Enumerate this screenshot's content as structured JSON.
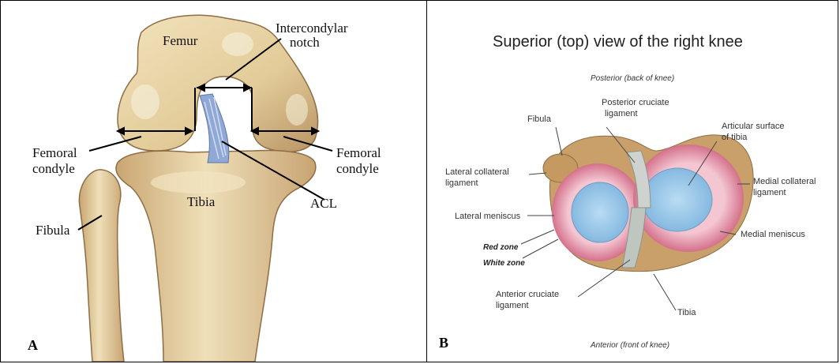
{
  "panel_a": {
    "letter": "A",
    "labels": {
      "femur": "Femur",
      "intercondylar_1": "Intercondylar",
      "intercondylar_2": "notch",
      "femoral_condyle_left_1": "Femoral",
      "femoral_condyle_left_2": "condyle",
      "femoral_condyle_right_1": "Femoral",
      "femoral_condyle_right_2": "condyle",
      "tibia": "Tibia",
      "acl": "ACL",
      "fibula": "Fibula"
    }
  },
  "panel_b": {
    "letter": "B",
    "title": "Superior (top) view of the right knee",
    "labels": {
      "posterior": "Posterior (back of knee)",
      "anterior": "Anterior (front of knee)",
      "fibula": "Fibula",
      "pcl_1": "Posterior cruciate",
      "pcl_2": "ligament",
      "articular_1": "Articular surface",
      "articular_2": "of tibia",
      "lcl_1": "Lateral collateral",
      "lcl_2": "ligament",
      "mcl_1": "Medial collateral",
      "mcl_2": "ligament",
      "lateral_meniscus": "Lateral meniscus",
      "medial_meniscus": "Medial meniscus",
      "red_zone": "Red zone",
      "white_zone": "White zone",
      "acl_1": "Anterior cruciate",
      "acl_2": "ligament",
      "tibia": "Tibia"
    }
  },
  "colors": {
    "bone": "#e6d2a6",
    "bone_shade": "#c9a978",
    "ligament": "#8fa8d6",
    "meniscus_red": "#e9a3b3",
    "cartilage_blue": "#9fcbe9",
    "tibia_b": "#c9a06a"
  }
}
